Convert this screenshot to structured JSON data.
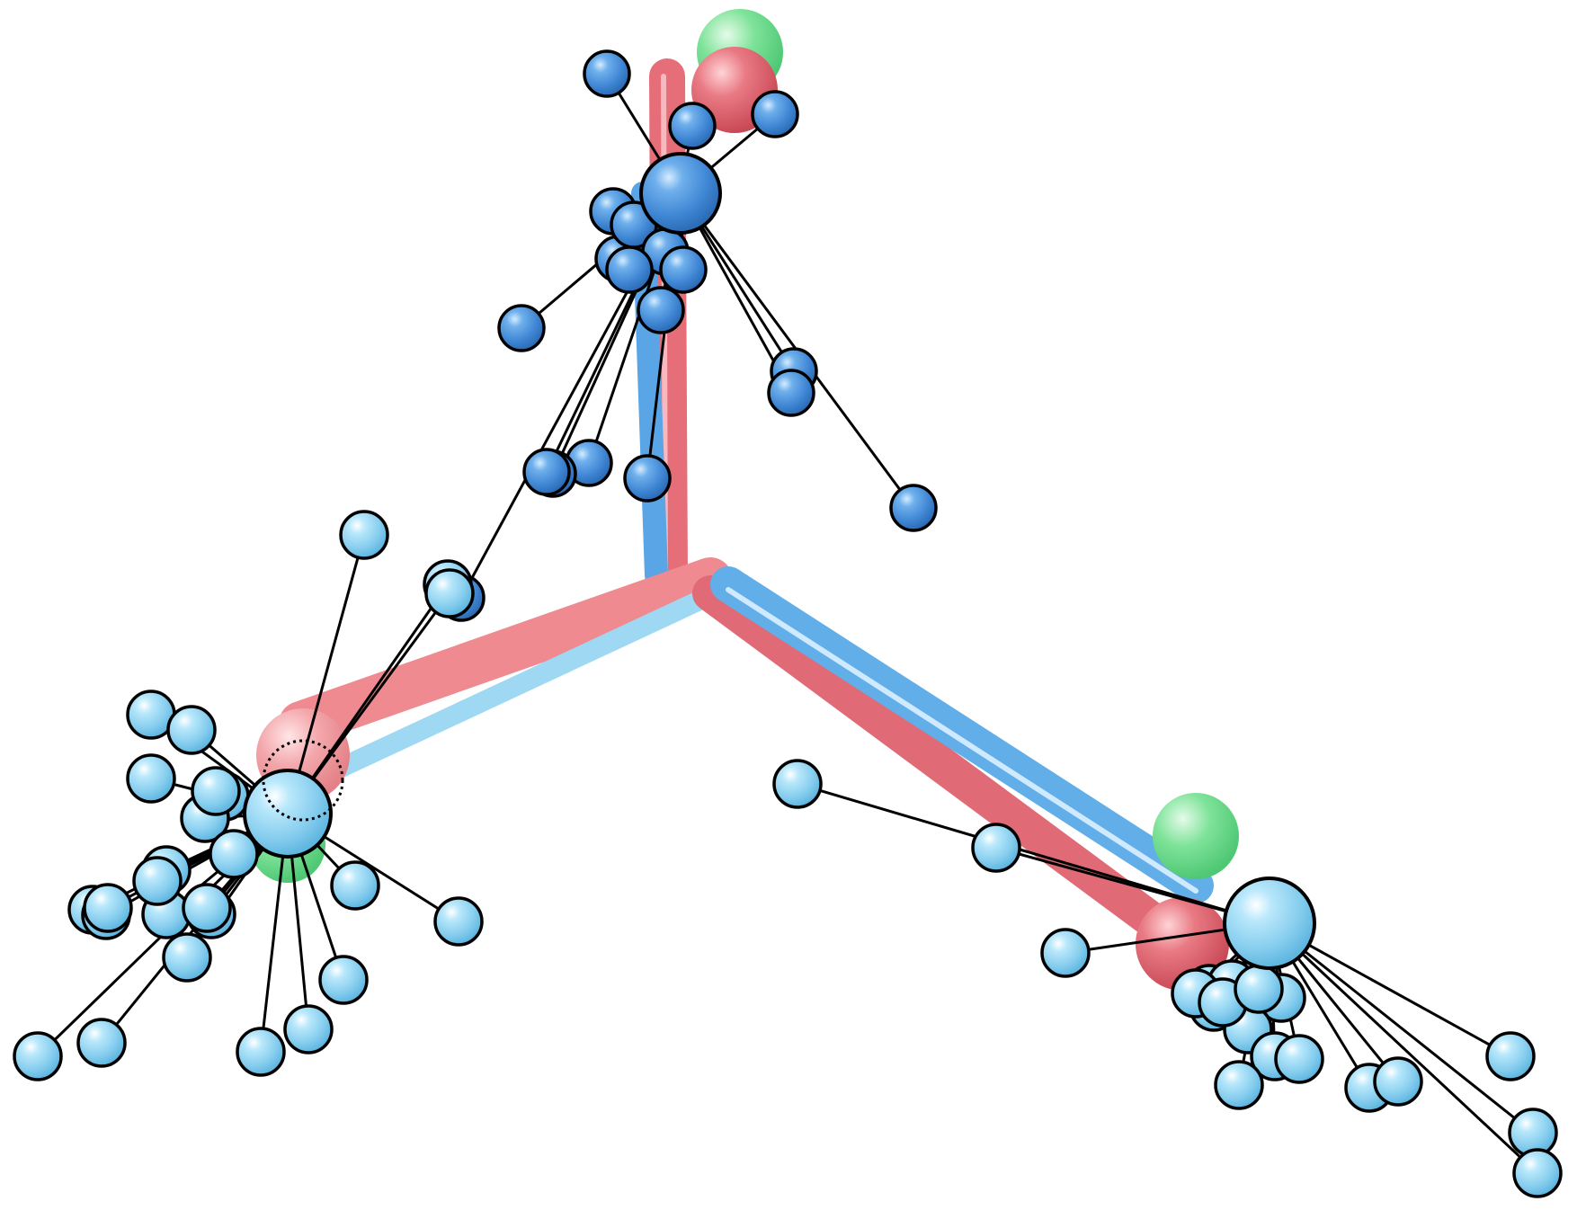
{
  "diagram": {
    "style": "3D ball-and-stick embedding",
    "palette": {
      "red_axis": "#e8707a",
      "blue_axis": "#5aa6e6",
      "light_blue_axis": "#9cd6f4",
      "green_anchor": "#6fe08a",
      "dark_blue_node": "#4a90d9",
      "light_blue_node": "#8fd3f0",
      "edge": "#000000"
    },
    "clusters": [
      {
        "id": "top",
        "node_color": "dark_blue_node",
        "leaf_count": 20
      },
      {
        "id": "left",
        "node_color": "light_blue_node",
        "leaf_count": 26
      },
      {
        "id": "right",
        "node_color": "light_blue_node",
        "leaf_count": 20
      }
    ],
    "text": []
  }
}
